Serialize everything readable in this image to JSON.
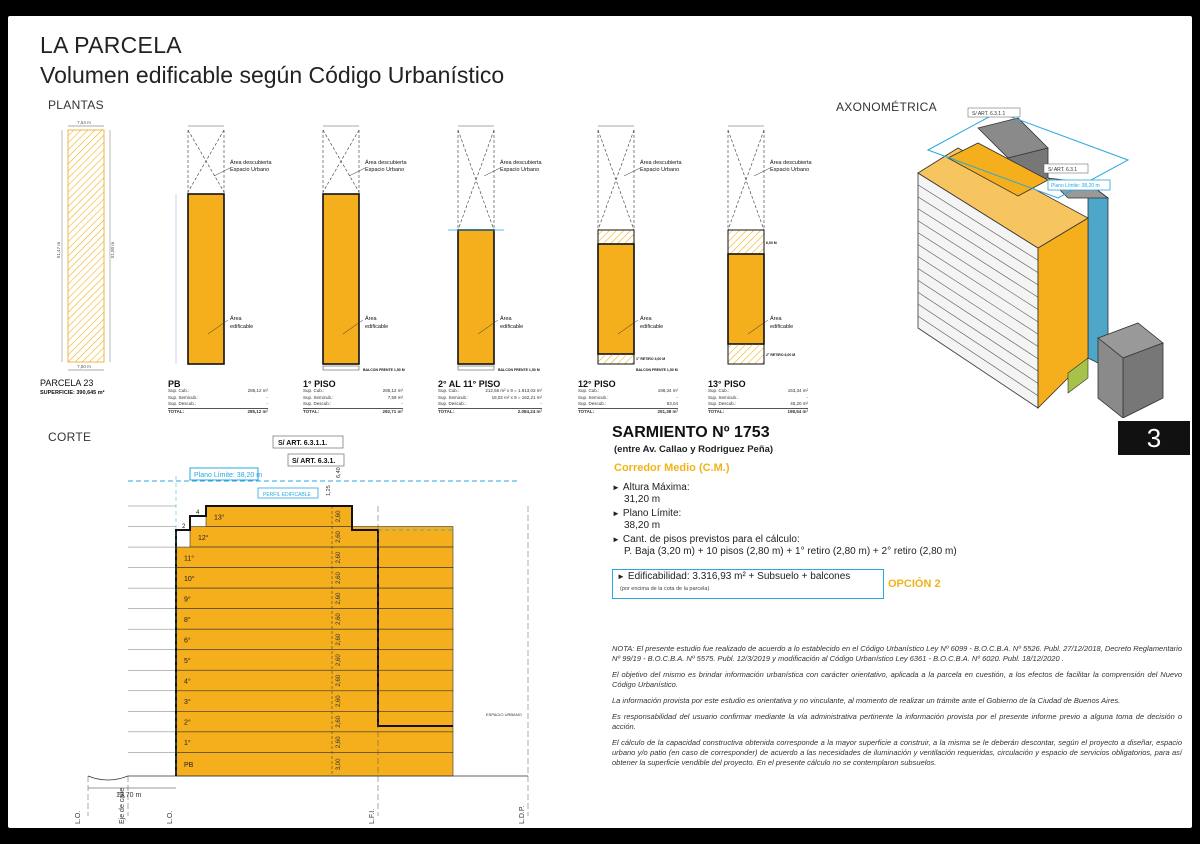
{
  "header": {
    "title": "LA PARCELA",
    "subtitle": "Volumen edificable según Código Urbanístico"
  },
  "sections": {
    "plantas": "PLANTAS",
    "axonometrica": "AXONOMÉTRICA",
    "corte": "CORTE"
  },
  "plans": [
    {
      "label": "PARCELA 23",
      "superficie": "SUPERFICIE: 390,645 m²",
      "dims": [
        "7,54 m",
        "7,50 m",
        "51,47 m",
        "51,80 m"
      ]
    },
    {
      "label": "PB",
      "rows": [
        [
          "Sup. Cub.:",
          "285,12 m²"
        ],
        [
          "Sup. Semicub.:",
          "-"
        ],
        [
          "Sup. Descub.:",
          "-"
        ],
        [
          "TOTAL:",
          "285,12 m²"
        ]
      ]
    },
    {
      "label": "1° PISO",
      "rows": [
        [
          "Sup. Cub.:",
          "285,12 m²"
        ],
        [
          "Sup. Semicub.:",
          "7,59 m²"
        ],
        [
          "Sup. Descub.:",
          "-"
        ],
        [
          "TOTAL:",
          "292,71 m²"
        ]
      ]
    },
    {
      "label": "2° AL 11° PISO",
      "rows": [
        [
          "Sup. Cub.:",
          "212,56 m² x 9 = 1.913,03 m²"
        ],
        [
          "Sup. Semicub.:",
          "18,02 m² x 9 = 162,21 m²"
        ],
        [
          "Sup. Descub.:",
          "-"
        ],
        [
          "TOTAL:",
          "2.084,24 m²"
        ]
      ]
    },
    {
      "label": "12° PISO",
      "rows": [
        [
          "Sup. Cub.:",
          "198,34 m²"
        ],
        [
          "Sup. Semicub.:",
          "-"
        ],
        [
          "Sup. Descub.:",
          "53,04"
        ],
        [
          "TOTAL:",
          "251,38 m²"
        ]
      ]
    },
    {
      "label": "13° PISO",
      "rows": [
        [
          "Sup. Cub.:",
          "153,34 m²"
        ],
        [
          "Sup. Semicub.:",
          "-"
        ],
        [
          "Sup. Descub.:",
          "45,20 m²"
        ],
        [
          "TOTAL:",
          "198,54 m²"
        ]
      ]
    }
  ],
  "plan_annotations": {
    "descubierta_1": "Área descubierta",
    "descubierta_2": "Espacio Urbano",
    "edificable_1": "Área",
    "edificable_2": "edificable",
    "balcon": "BALCON FRENTE 1,50 M",
    "retiro1": "1° RETIRO 3,00 M",
    "retiro2": "2° RETIRO 6,00 M",
    "retiro_dim": "6,00 M"
  },
  "axo_labels": {
    "art_631_1": "S/ ART. 6.3.1.1",
    "art_631": "S/ ART. 6.3.1",
    "plano": "Plano Límite: 38,20 m"
  },
  "section": {
    "art_6311": "S/ ART. 6.3.1.1.",
    "art_631": "S/ ART. 6.3.1.",
    "plano_limite": "Plano Límite: 38,20 m",
    "perfil": "PERFIL EDIFICABLE",
    "floors": [
      "13°",
      "12°",
      "11°",
      "10°",
      "9°",
      "8°",
      "6°",
      "5°",
      "4°",
      "3°",
      "2°",
      "1°",
      "PB"
    ],
    "heights": [
      "2,60",
      "2,60",
      "2,60",
      "2,60",
      "2,60",
      "2,60",
      "2,60",
      "2,60",
      "2,60",
      "2,60",
      "2,60",
      "2,60",
      "3,00"
    ],
    "width": "13,70 m",
    "retiro_left": "4",
    "retiro_left2": "2",
    "dim_top": "6,40",
    "dim_top2": "1,25",
    "espacio": "ESPACIO URBANO",
    "bottom_labels": [
      "L.O.",
      "Eje de calle",
      "L.O.",
      "L.F.I.",
      "L.D.P."
    ]
  },
  "info": {
    "number": "3",
    "address": "SARMIENTO Nº 1753",
    "between": "(entre Av. Callao y Rodriguez Peña)",
    "district": "Corredor Medio (C.M.)",
    "altura_label": "Altura Máxima:",
    "altura_value": "31,20 m",
    "plano_label": "Plano Límite:",
    "plano_value": "38,20 m",
    "pisos_label": "Cant. de pisos previstos para el cálculo:",
    "pisos_value": "P. Baja (3,20 m) + 10 pisos (2,80 m) + 1° retiro (2,80 m) + 2° retiro (2,80 m)",
    "edif_label": "Edificabilidad: 3.316,93 m² + Subsuelo + balcones",
    "edif_note": "(por encima de la cota de la parcela)",
    "option": "OPCIÓN 2"
  },
  "notes": [
    "NOTA: El presente estudio fue realizado de acuerdo a lo establecido en el Código Urbanístico Ley Nº 6099 - B.O.C.B.A. Nº 5526. Publ. 27/12/2018, Decreto Reglamentario Nº 99/19 - B.O.C.B.A. Nº 5575. Publ. 12/3/2019 y modificación al Código Urbanístico Ley 6361 - B.O.C.B.A. Nº 6020. Publ. 18/12/2020 .",
    "El objetivo del mismo es brindar información urbanística con carácter orientativo, aplicada a la parcela en cuestión, a los efectos de facilitar la comprensión del Nuevo Código Urbanístico.",
    "La información provista por este estudio es orientativa y no vinculante, al momento de realizar un trámite ante el Gobierno de la Ciudad de Buenos Aires.",
    "Es responsabilidad del usuario confirmar mediante la vía administrativa pertinente la información provista por el presente informe previo a alguna toma de decisión o acción.",
    "El cálculo de la capacidad constructiva obtenida corresponde a la mayor superficie a construir, a la misma se le deberán descontar, según el proyecto a diseñar, espacio urbano y/o patio (en caso de corresponder) de acuerdo a las necesidades de iluminación y ventilación requeridas, circulación y espacio de servicios obligatorios, para así obtener la superficie vendible del proyecto. En el presente cálculo no se contemplaron subsuelos."
  ]
}
